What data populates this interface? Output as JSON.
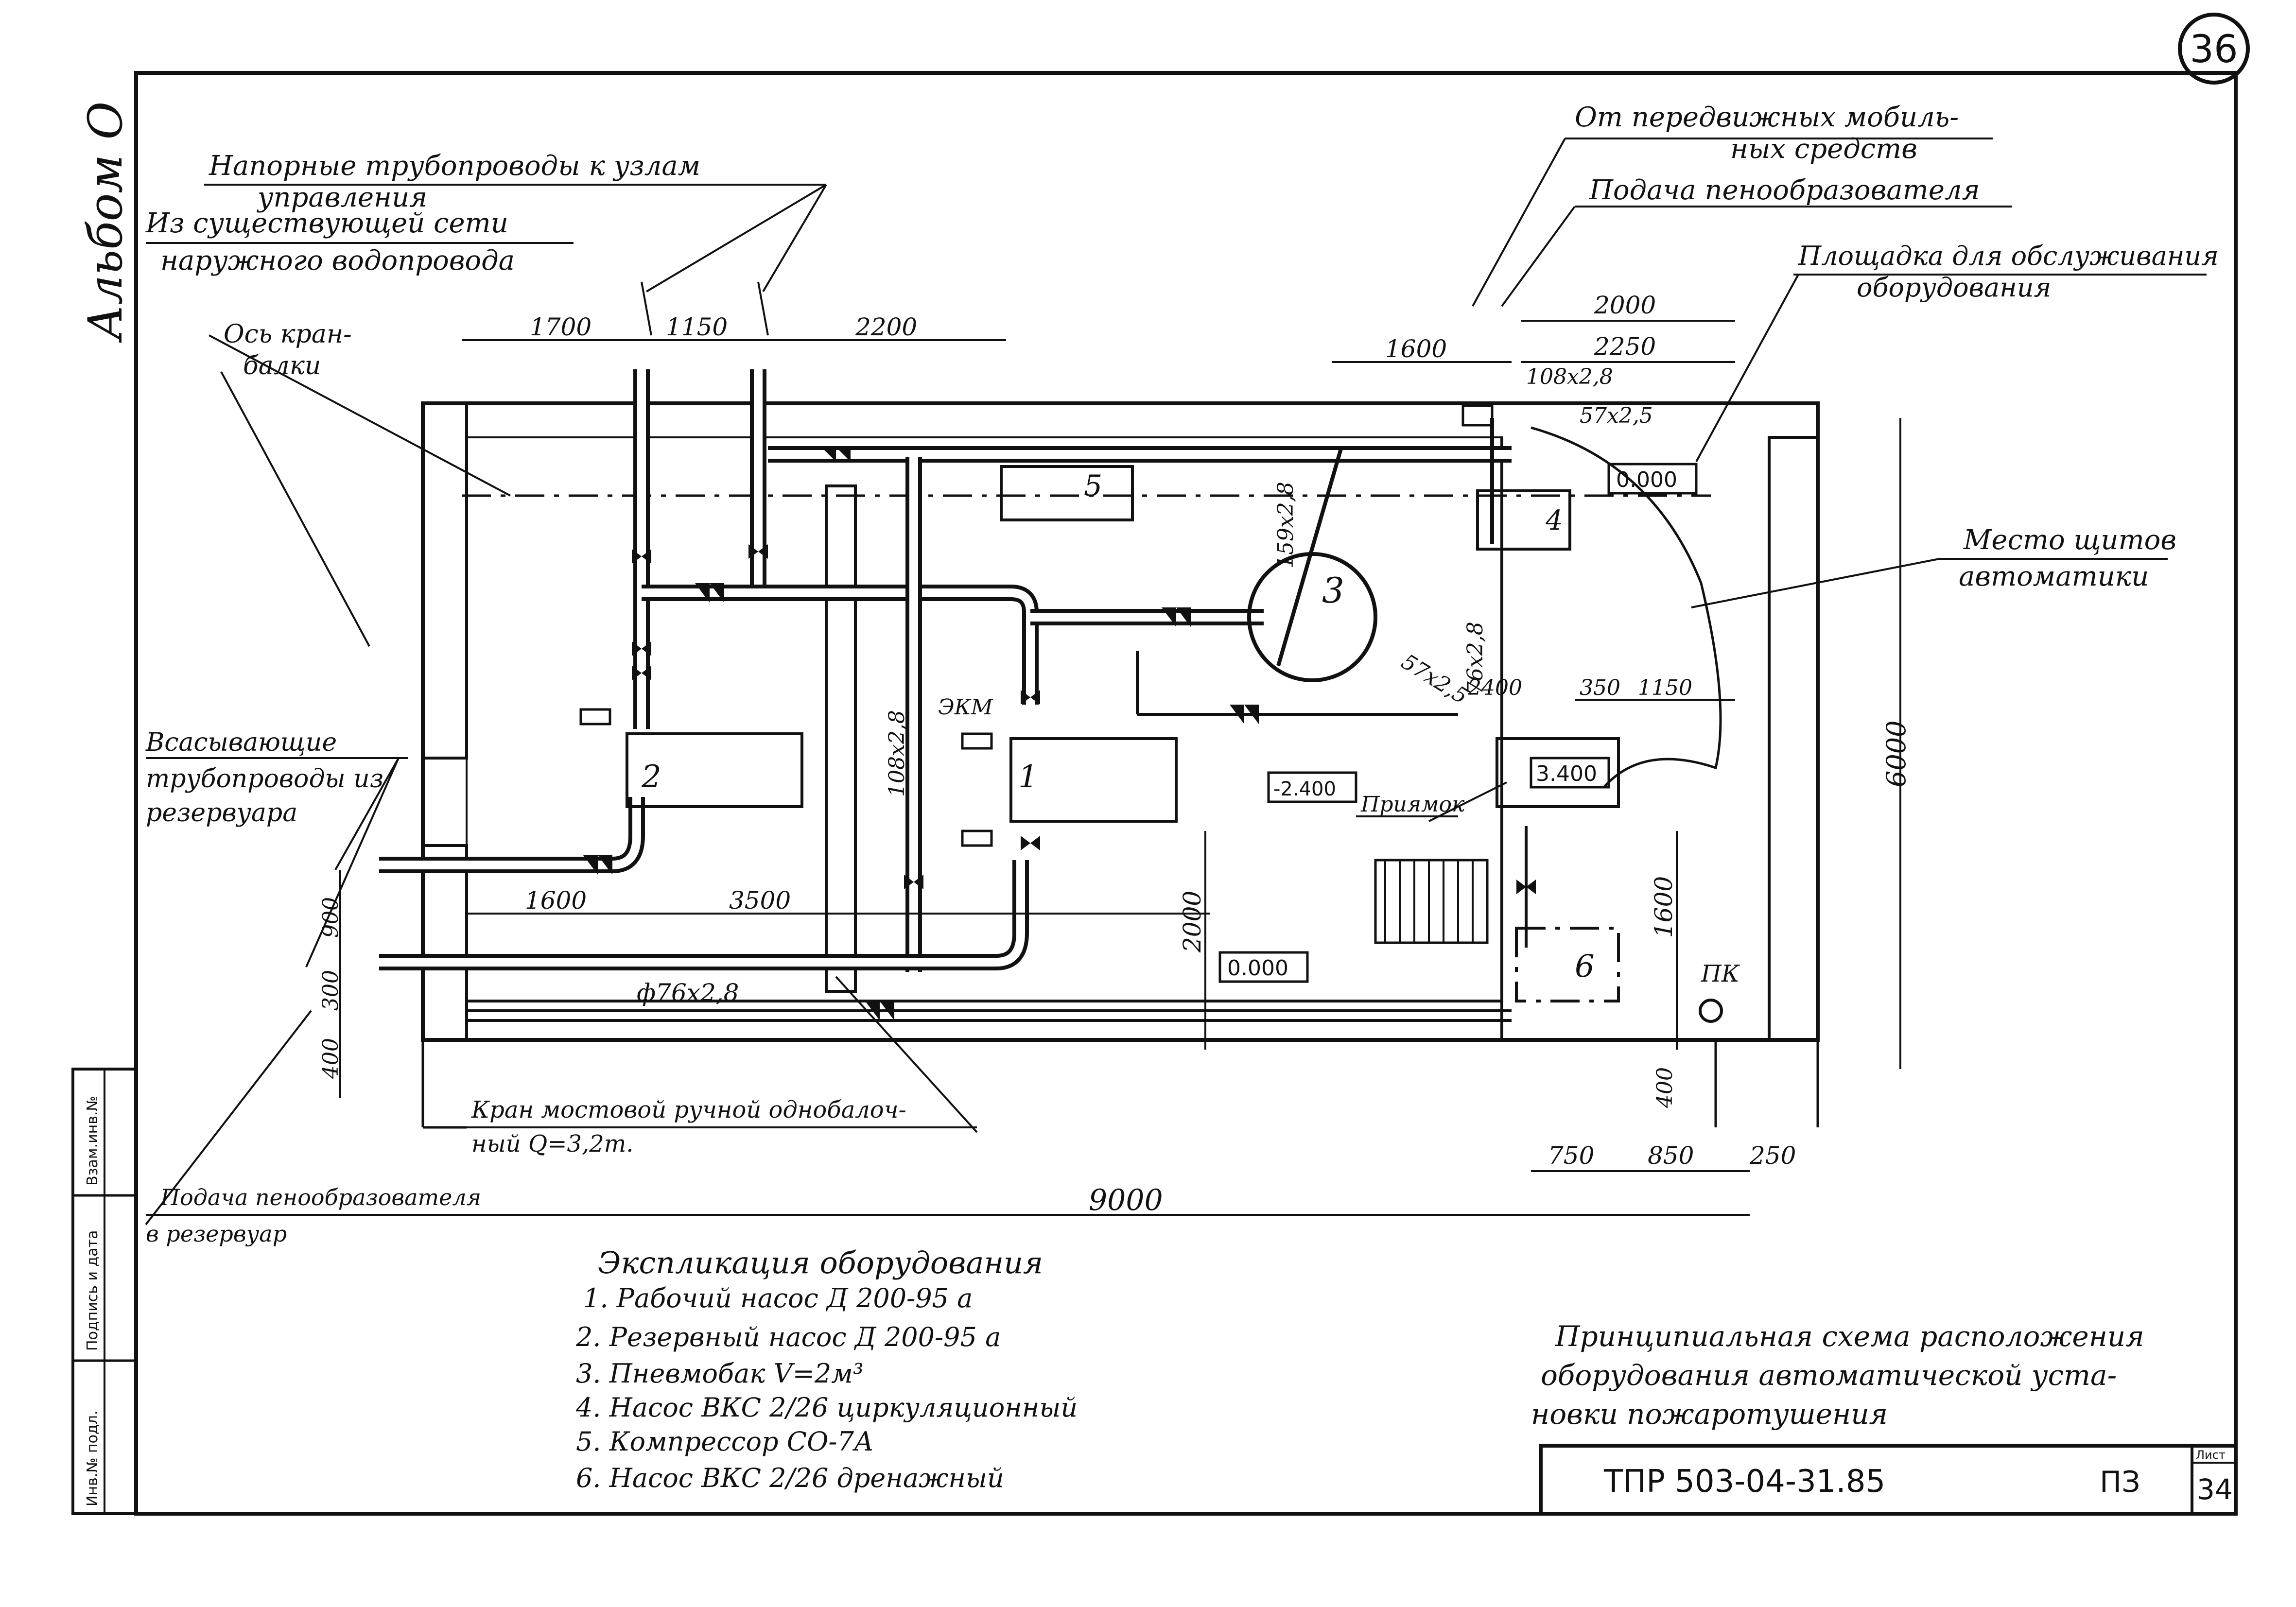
{
  "sheet": {
    "sheet_number_circle": "36",
    "album": "Альбом О",
    "doc_code": "ТПР 503-04-31.85",
    "stage": "ПЗ",
    "list_label": "Лист",
    "list_number": "34"
  },
  "side_stamp": {
    "inv_no": "Инв.№ подл.",
    "sign_date": "Подпись и дата",
    "replace_inv": "Взам.инв.№"
  },
  "callouts": {
    "pressure_pipes": "Напорные трубопроводы к узлам",
    "control": "управления",
    "from_network": "Из существующей сети",
    "outer_water": "наружного водопровода",
    "crane_axis_1": "Ось кран-",
    "crane_axis_2": "балки",
    "suction_1": "Всасывающие",
    "suction_2": "трубопроводы из",
    "suction_3": "резервуара",
    "foam_to_tank_1": "Подача пенообразователя",
    "foam_to_tank_2": "в резервуар",
    "crane_1": "Кран мостовой ручной однобалоч-",
    "crane_2": "ный Q=3,2т.",
    "mobile_1": "От передвижных мобиль-",
    "mobile_2": "ных средств",
    "foam_supply": "Подача пенообразователя",
    "platform_1": "Площадка для обслуживания",
    "platform_2": "оборудования",
    "panels_1": "Место щитов",
    "panels_2": "автоматики",
    "pit": "Приямок",
    "ekm": "ЭКМ",
    "pk": "ПК"
  },
  "dimensions": {
    "d1700": "1700",
    "d1150": "1150",
    "d2200": "2200",
    "d1600_top": "1600",
    "d2000_top": "2000",
    "d2250": "2250",
    "p108": "108x2,8",
    "p57": "57x2,5",
    "p159": "159x2,8",
    "p57b": "57x2,5",
    "p76": "76x2,8",
    "d2400": "2400",
    "d350": "350",
    "d1150b": "1150",
    "d6000": "6000",
    "d1600_left": "1600",
    "d3500": "3500",
    "d900": "900",
    "d300": "300",
    "d400": "400",
    "p108v": "108x2,8",
    "pf76": "ф76x2,8",
    "d2000_mid": "2000",
    "d1600_right": "1600",
    "d400b": "400",
    "d750": "750",
    "d850": "850",
    "d250": "250",
    "d9000": "9000"
  },
  "levels": {
    "top": "0.000",
    "pit": "-2.400",
    "platform": "3.400",
    "floor": "0.000"
  },
  "equipment_tags": {
    "e1": "1",
    "e2": "2",
    "e3": "3",
    "e4": "4",
    "e5": "5",
    "e6": "6"
  },
  "legend": {
    "title": "Экспликация оборудования",
    "items": [
      "1. Рабочий насос Д 200-95 а",
      "2. Резервный насос Д 200-95 а",
      "3. Пневмобак V=2м³",
      "4. Насос ВКС 2/26 циркуляционный",
      "5. Компрессор СО-7А",
      "6. Насос ВКС 2/26 дренажный"
    ]
  },
  "title_block": {
    "line1": "Принципиальная схема расположения",
    "line2": "оборудования автоматической уста-",
    "line3": "новки пожаротушения"
  }
}
